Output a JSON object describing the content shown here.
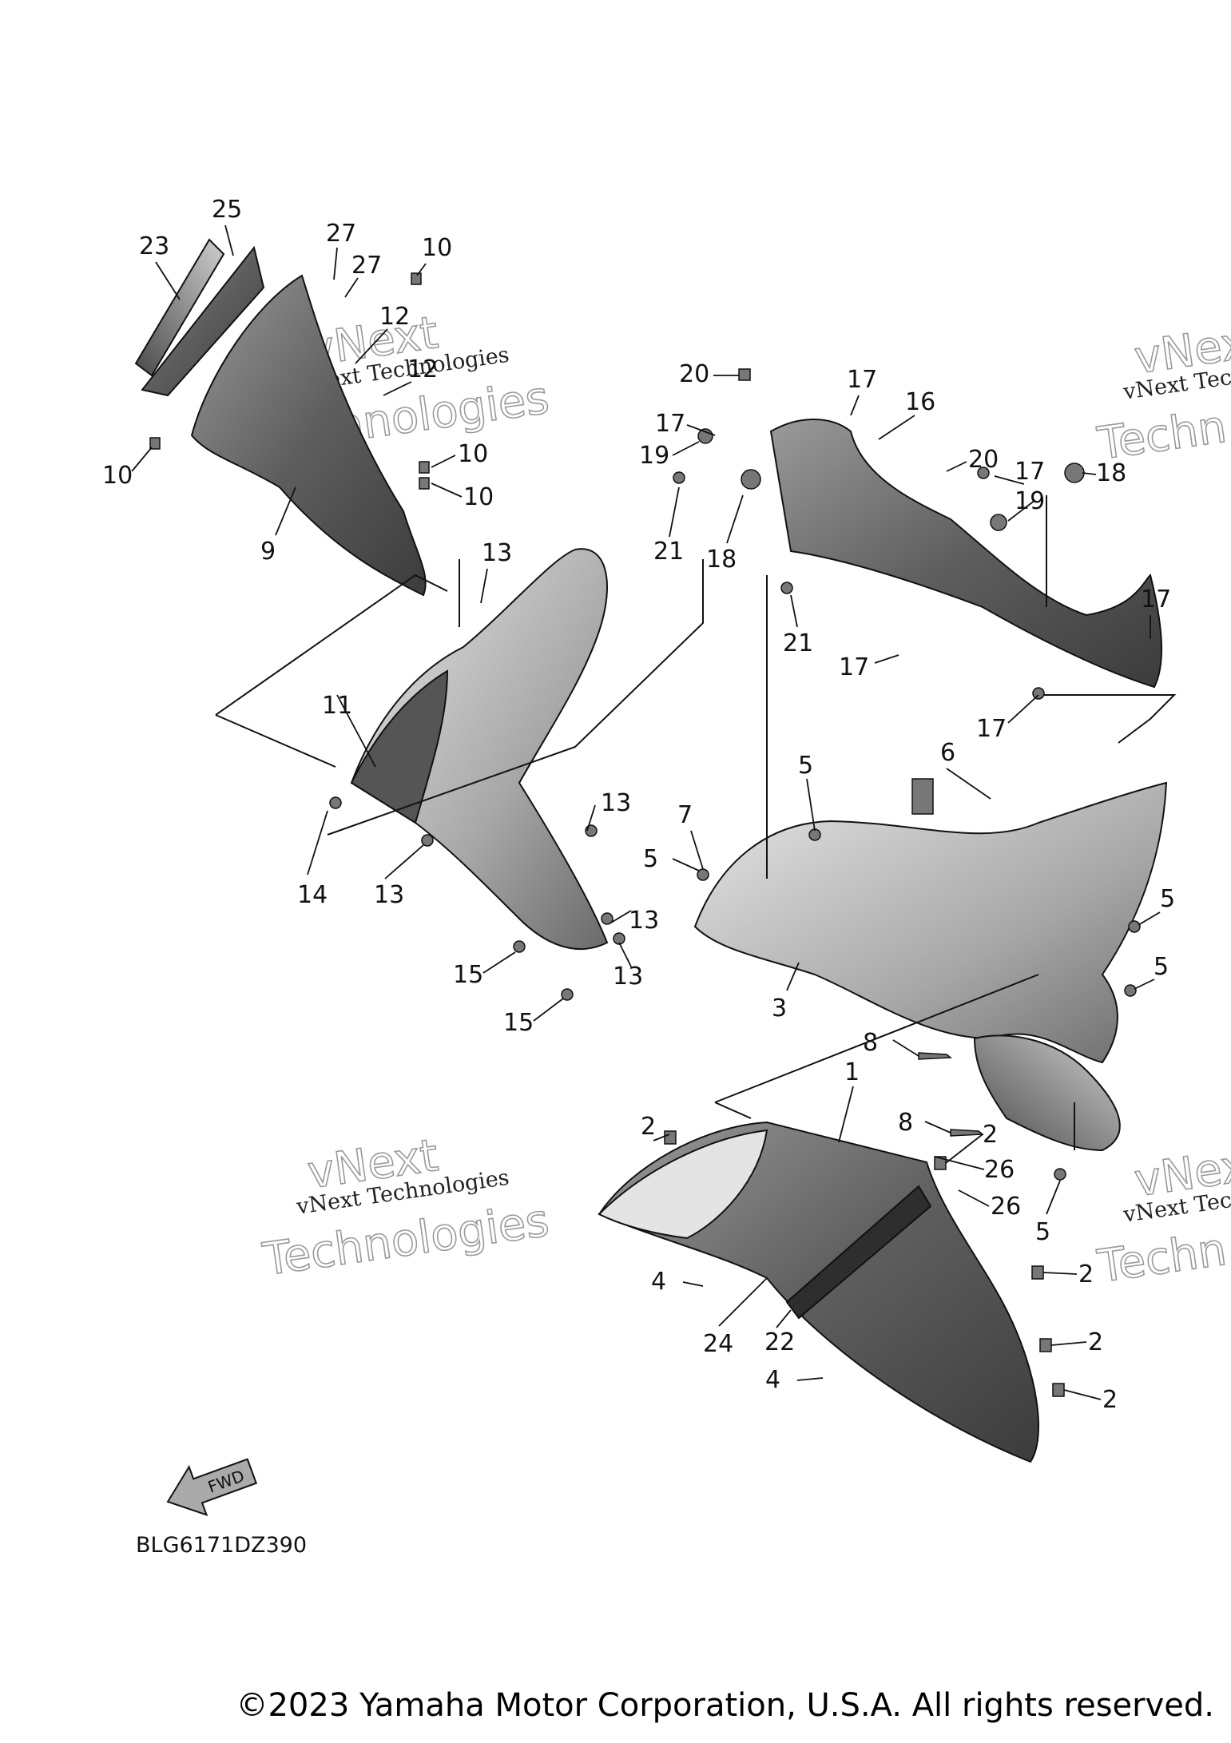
{
  "diagram": {
    "figure_code": "BLG6171DZ390",
    "direction_arrow": {
      "icon": "fwd-arrow-icon",
      "label": "FWD"
    },
    "watermarks": [
      {
        "line1": "vNext Technologies",
        "line2": "Technologies",
        "line0": "vNext"
      },
      {
        "line1": "vNext Technologies",
        "line2": "Technologies",
        "line0": "vNext"
      },
      {
        "line1": "vNext Tec",
        "line2": "Techn",
        "line0": "vNext"
      },
      {
        "line1": "vNext Tec",
        "line2": "Techn",
        "line0": "vNext"
      }
    ],
    "callouts": [
      "25",
      "23",
      "27",
      "27",
      "10",
      "12",
      "12",
      "10",
      "10",
      "10",
      "9",
      "20",
      "17",
      "17",
      "19",
      "16",
      "20",
      "17",
      "18",
      "19",
      "21",
      "18",
      "21",
      "17",
      "17",
      "17",
      "13",
      "11",
      "13",
      "14",
      "13",
      "13",
      "15",
      "13",
      "15",
      "5",
      "6",
      "7",
      "5",
      "5",
      "5",
      "3",
      "8",
      "8",
      "2",
      "1",
      "2",
      "26",
      "26",
      "5",
      "4",
      "24",
      "22",
      "2",
      "2",
      "4",
      "2"
    ],
    "palette": {
      "part_shade": "#6e6e6e",
      "part_light": "#d9d9d9",
      "line": "#111111"
    }
  },
  "footer": {
    "copyright": "©2023 Yamaha Motor Corporation, U.S.A. All rights reserved."
  }
}
